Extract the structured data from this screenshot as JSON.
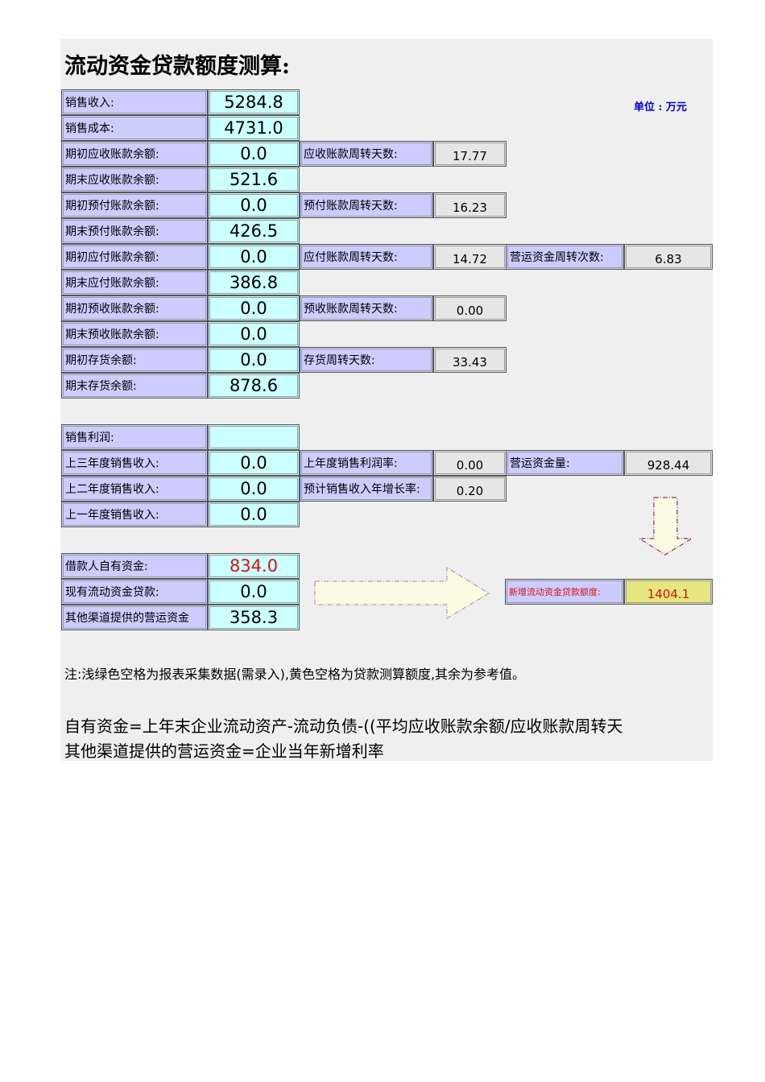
{
  "title": "流动资金贷款额度测算:",
  "unit": "单位 : 万元",
  "inputs": {
    "sales_revenue": {
      "label": "销售收入:",
      "value": "5284.8"
    },
    "sales_cost": {
      "label": "销售成本:",
      "value": "4731.0"
    },
    "ar_begin": {
      "label": "期初应收账款余额:",
      "value": "0.0"
    },
    "ar_end": {
      "label": "期末应收账款余额:",
      "value": "521.6"
    },
    "prepay_begin": {
      "label": "期初预付账款余额:",
      "value": "0.0"
    },
    "prepay_end": {
      "label": "期末预付账款余额:",
      "value": "426.5"
    },
    "ap_begin": {
      "label": "期初应付账款余额:",
      "value": "0.0"
    },
    "ap_end": {
      "label": "期末应付账款余额:",
      "value": "386.8"
    },
    "adv_begin": {
      "label": "期初预收账款余额:",
      "value": "0.0"
    },
    "adv_end": {
      "label": "期末预收账款余额:",
      "value": "0.0"
    },
    "inv_begin": {
      "label": "期初存货余额:",
      "value": "0.0"
    },
    "inv_end": {
      "label": "期末存货余额:",
      "value": "878.6"
    }
  },
  "turnover": {
    "ar_days": {
      "label": "应收账款周转天数:",
      "value": "17.77"
    },
    "prepay_days": {
      "label": "预付账款周转天数:",
      "value": "16.23"
    },
    "ap_days": {
      "label": "应付账款周转天数:",
      "value": "14.72"
    },
    "adv_days": {
      "label": "预收账款周转天数:",
      "value": "0.00"
    },
    "inv_days": {
      "label": "存货周转天数:",
      "value": "33.43"
    },
    "wc_turnover": {
      "label": "营运资金周转次数:",
      "value": "6.83"
    }
  },
  "profit": {
    "sales_profit": {
      "label": "销售利润:",
      "value": ""
    },
    "rev_3y": {
      "label": "上三年度销售收入:",
      "value": "0.0"
    },
    "rev_2y": {
      "label": "上二年度销售收入:",
      "value": "0.0"
    },
    "rev_1y": {
      "label": "上一年度销售收入:",
      "value": "0.0"
    },
    "profit_rate": {
      "label": "上年度销售利润率:",
      "value": "0.00"
    },
    "growth_rate": {
      "label": "预计销售收入年增长率:",
      "value": "0.20"
    },
    "working_capital": {
      "label": "营运资金量:",
      "value": "928.44"
    }
  },
  "funds": {
    "own_funds": {
      "label": "借款人自有资金:",
      "value": "834.0"
    },
    "existing_loan": {
      "label": "现有流动资金贷款:",
      "value": "0.0"
    },
    "other_funds": {
      "label": "其他渠道提供的营运资金",
      "value": "358.3"
    }
  },
  "result": {
    "label": "新增流动资金贷款额度:",
    "value": "1404.1"
  },
  "note": "注:浅绿色空格为报表采集数据(需录入),黄色空格为贷款测算额度,其余为参考值。",
  "formulas": [
    "自有资金=上年末企业流动资产-流动负债-((平均应收账款余额/应收账款周转天",
    "其他渠道提供的营运资金=企业当年新增利率"
  ],
  "colors": {
    "label_bg": "#ccccff",
    "input_bg": "#ccffff",
    "ref_bg": "#e6e6e6",
    "result_bg": "#e6e680",
    "highlight_red": "#dd1111",
    "unit_blue": "#0000cc"
  }
}
